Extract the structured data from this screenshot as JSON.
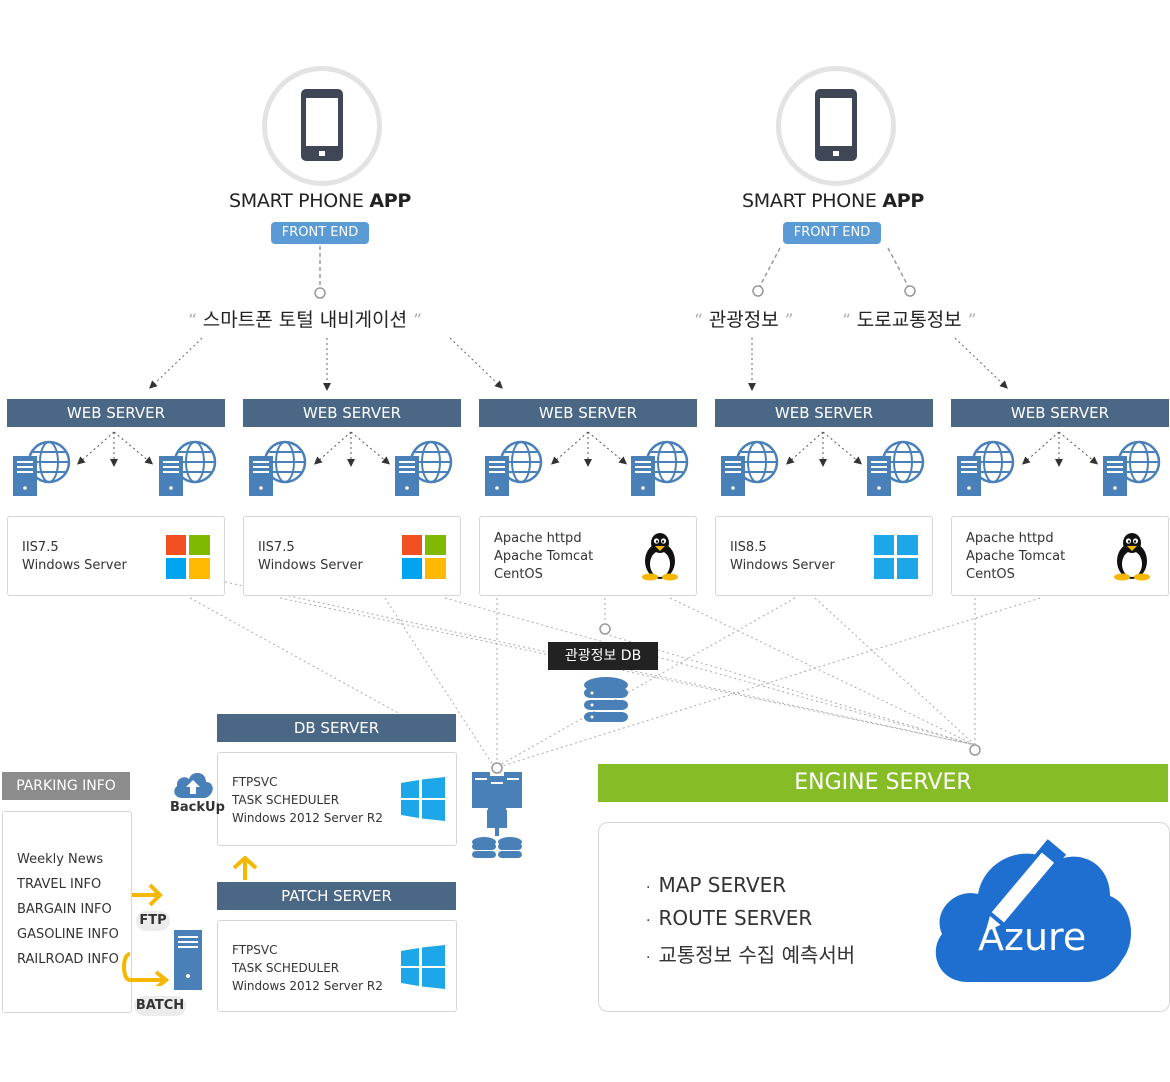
{
  "phones": [
    {
      "title_plain": "SMART PHONE ",
      "title_bold": "APP",
      "badge": "FRONT END"
    },
    {
      "title_plain": "SMART PHONE ",
      "title_bold": "APP",
      "badge": "FRONT END"
    }
  ],
  "quote_open": "“",
  "quote_close": "”",
  "services": [
    {
      "label": "스마트폰 토털 내비게이션"
    },
    {
      "label": "관광정보"
    },
    {
      "label": "도로교통정보"
    }
  ],
  "web_servers": [
    {
      "title": "WEB SERVER",
      "line1": "IIS7.5",
      "line2": "Windows Server",
      "line3": "",
      "os_icon": "windows-color-icon"
    },
    {
      "title": "WEB SERVER",
      "line1": "IIS7.5",
      "line2": "Windows Server",
      "line3": "",
      "os_icon": "windows-color-icon"
    },
    {
      "title": "WEB SERVER",
      "line1": "Apache httpd",
      "line2": "Apache Tomcat",
      "line3": "CentOS",
      "os_icon": "linux-tux-icon"
    },
    {
      "title": "WEB SERVER",
      "line1": "IIS8.5",
      "line2": "Windows Server",
      "line3": "",
      "os_icon": "windows-blue-icon"
    },
    {
      "title": "WEB SERVER",
      "line1": "Apache httpd",
      "line2": "Apache Tomcat",
      "line3": "CentOS",
      "os_icon": "linux-tux-icon"
    }
  ],
  "tourism_db": {
    "label": "관광정보 DB"
  },
  "db_server": {
    "title": "DB SERVER",
    "line1": "FTPSVC",
    "line2": "TASK SCHEDULER",
    "line3": "Windows 2012 Server R2"
  },
  "patch_server": {
    "title": "PATCH SERVER",
    "line1": "FTPSVC",
    "line2": "TASK SCHEDULER",
    "line3": "Windows 2012 Server R2"
  },
  "backup": {
    "label": "BackUp"
  },
  "parking": {
    "title": "PARKING INFO",
    "items": [
      "Weekly News",
      "TRAVEL INFO",
      "BARGAIN INFO",
      "GASOLINE INFO",
      "RAILROAD INFO"
    ]
  },
  "ftp_label": "FTP",
  "batch_label": "BATCH",
  "engine": {
    "title": "ENGINE SERVER",
    "items": [
      "MAP SERVER",
      "ROUTE SERVER",
      "교통정보 수집 예측서버"
    ],
    "logo_text": "Azure"
  },
  "colors": {
    "server_bar": "#4a6785",
    "badge": "#5b9bd5",
    "engine_green": "#86bc25",
    "azure_blue": "#1e6fd0",
    "arrow_orange": "#f5b800"
  }
}
